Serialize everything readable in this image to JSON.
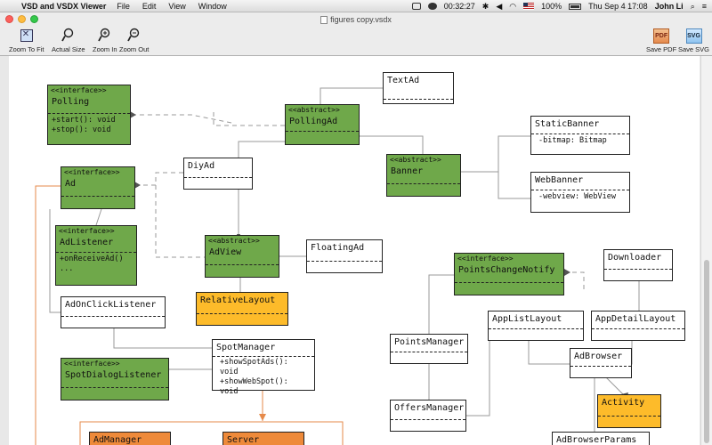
{
  "menubar": {
    "app_name": "VSD and VSDX Viewer",
    "items": [
      "File",
      "Edit",
      "View",
      "Window"
    ],
    "status": {
      "time": "00:32:27",
      "battery": "100%",
      "date": "Thu Sep 4  17:08",
      "user": "John Li"
    }
  },
  "window": {
    "title": "figures copy.vsdx"
  },
  "toolbar": {
    "zoom_to_fit": "Zoom To Fit",
    "actual_size": "Actual Size",
    "zoom_in": "Zoom In",
    "zoom_out": "Zoom Out",
    "save_pdf": "Save PDF",
    "save_pdf_badge": "PDF",
    "save_svg": "Save SVG",
    "save_svg_badge": "SVG"
  },
  "diagram": {
    "polling": {
      "stereotype": "<<interface>>",
      "name": "Polling",
      "ops": [
        "+start(): void",
        "+stop(): void"
      ]
    },
    "textad": {
      "name": "TextAd"
    },
    "pollingad": {
      "stereotype": "<<abstract>>",
      "name": "PollingAd"
    },
    "staticbanner": {
      "name": "StaticBanner",
      "attr": "-bitmap: Bitmap"
    },
    "banner": {
      "stereotype": "<<abstract>>",
      "name": "Banner"
    },
    "webbanner": {
      "name": "WebBanner",
      "attr": "-webview: WebView"
    },
    "ad": {
      "stereotype": "<<interface>>",
      "name": "Ad"
    },
    "diyad": {
      "name": "DiyAd"
    },
    "adlistener": {
      "stereotype": "<<interface>>",
      "name": "AdListener",
      "ops": [
        "+onReceiveAd()",
        "..."
      ]
    },
    "adview": {
      "stereotype": "<<abstract>>",
      "name": "AdView"
    },
    "floatingad": {
      "name": "FloatingAd"
    },
    "relativelayout": {
      "name": "RelativeLayout"
    },
    "adonclicklistener": {
      "name": "AdOnClickListener"
    },
    "pointschangenotify": {
      "stereotype": "<<interface>>",
      "name": "PointsChangeNotify"
    },
    "downloader": {
      "name": "Downloader"
    },
    "applistlayout": {
      "name": "AppListLayout"
    },
    "appdetaillayout": {
      "name": "AppDetailLayout"
    },
    "pointsmanager": {
      "name": "PointsManager"
    },
    "spotmanager": {
      "name": "SpotManager",
      "ops": [
        "+showSpotAds(): void",
        "+showWebSpot(): void"
      ]
    },
    "spotdialoglistener": {
      "stereotype": "<<interface>>",
      "name": "SpotDialogListener"
    },
    "adbrowser": {
      "name": "AdBrowser"
    },
    "activity": {
      "name": "Activity"
    },
    "offersmanager": {
      "name": "OffersManager"
    },
    "admanager": {
      "name": "AdManager"
    },
    "server": {
      "name": "Server"
    },
    "adbrowserparams": {
      "name": "AdBrowserParams"
    }
  },
  "colors": {
    "green": "#6fa84a",
    "orange": "#fdbb2a",
    "deep_orange": "#ee8a3a"
  }
}
